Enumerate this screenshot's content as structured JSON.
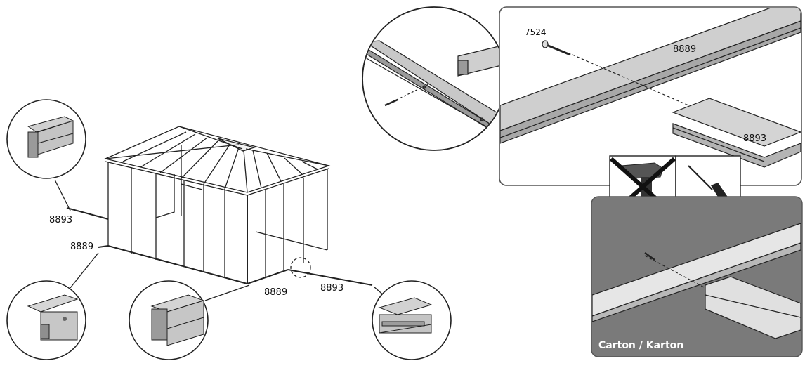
{
  "labels": {
    "part_8893_left": "8893",
    "part_8889_left": "8889",
    "part_8889_bottom": "8889",
    "part_8893_bottom": "8893",
    "screw_7524": "7524",
    "rail_8889_detail": "8889",
    "profile_8893_detail": "8893"
  },
  "carton_label": "Carton / Karton",
  "icons": {
    "no_drill": "crossed-out-power-drill-icon",
    "screwdriver": "phillips-screwdriver-icon",
    "plus_left": "phillips-plus-icon",
    "plus_right": "phillips-plus-icon"
  },
  "colors": {
    "line": "#222222",
    "panel_border": "#555555",
    "profile_gray": "#c9c9c9",
    "profile_dark": "#8a8a8a",
    "carton_gray": "#7a7a7a",
    "board": "#e6e6e6"
  }
}
